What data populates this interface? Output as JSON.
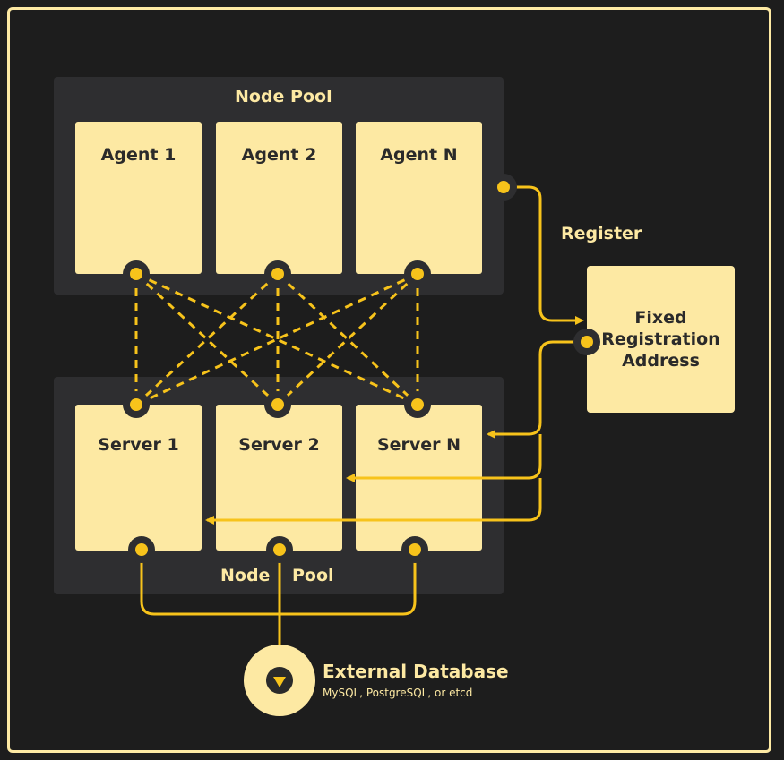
{
  "top_pool": {
    "title": "Node Pool"
  },
  "bottom_pool": {
    "title_left": "Node",
    "title_right": "Pool"
  },
  "agents": [
    {
      "label": "Agent 1"
    },
    {
      "label": "Agent 2"
    },
    {
      "label": "Agent N"
    }
  ],
  "servers": [
    {
      "label": "Server 1"
    },
    {
      "label": "Server 2"
    },
    {
      "label": "Server N"
    }
  ],
  "registration": {
    "edge_label": "Register",
    "box_lines": [
      "Fixed",
      "Registration",
      "Address"
    ]
  },
  "database": {
    "title": "External Database",
    "subtitle": "MySQL, PostgreSQL, or etcd"
  },
  "colors": {
    "background": "#1d1d1d",
    "pool": "#2e2e30",
    "node": "#fde9a3",
    "accent": "#f7c31b",
    "text_light": "#fde9a3",
    "text_dark": "#2a2a2a"
  }
}
